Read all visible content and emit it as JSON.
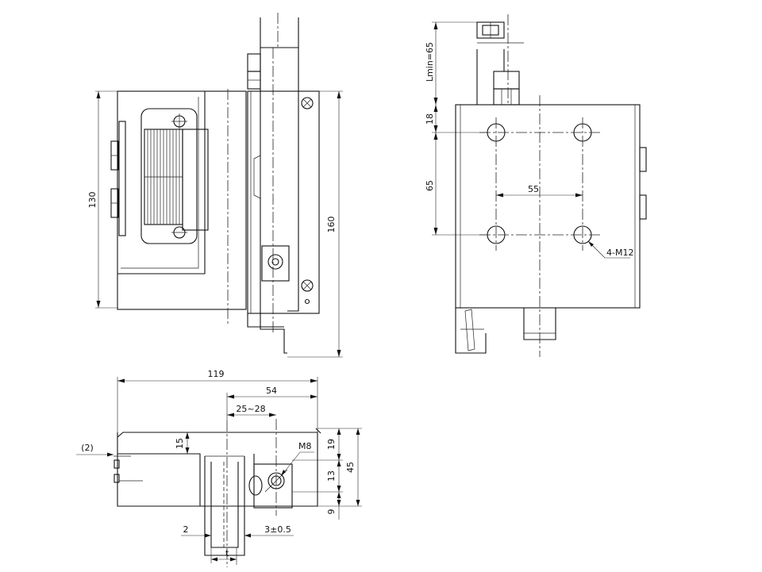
{
  "views": {
    "front": {
      "dimensions": {
        "height_left": "130",
        "height_right": "160"
      }
    },
    "side": {
      "dimensions": {
        "l_min": "Lmin=65",
        "top_offset": "18",
        "hole_vertical": "65",
        "hole_horizontal": "55",
        "thread": "4-M12"
      }
    },
    "top": {
      "dimensions": {
        "overall_width": "119",
        "width_54": "54",
        "range": "25~28",
        "gap_2_paren": "(2)",
        "depth_15": "15",
        "height_19": "19",
        "height_13": "13",
        "height_9": "9",
        "height_45": "45",
        "bolt": "M8",
        "gap_2": "2",
        "tolerance": "3±0.5",
        "thickness": "t"
      }
    }
  }
}
